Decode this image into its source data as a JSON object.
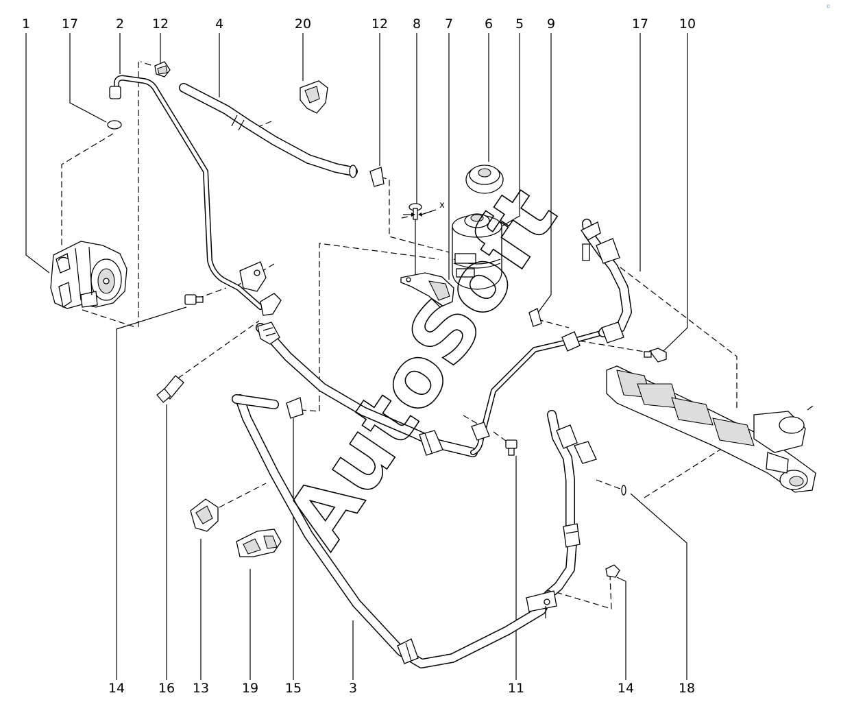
{
  "callouts_top": [
    "1",
    "17",
    "2",
    "12",
    "4",
    "20",
    "12",
    "8",
    "7",
    "6",
    "5",
    "9",
    "17",
    "10"
  ],
  "callouts_bottom": [
    "14",
    "16",
    "13",
    "19",
    "15",
    "3",
    "11",
    "14",
    "18"
  ],
  "view_marker": "x",
  "watermark": "AutoSoft",
  "corner_mark": "©"
}
